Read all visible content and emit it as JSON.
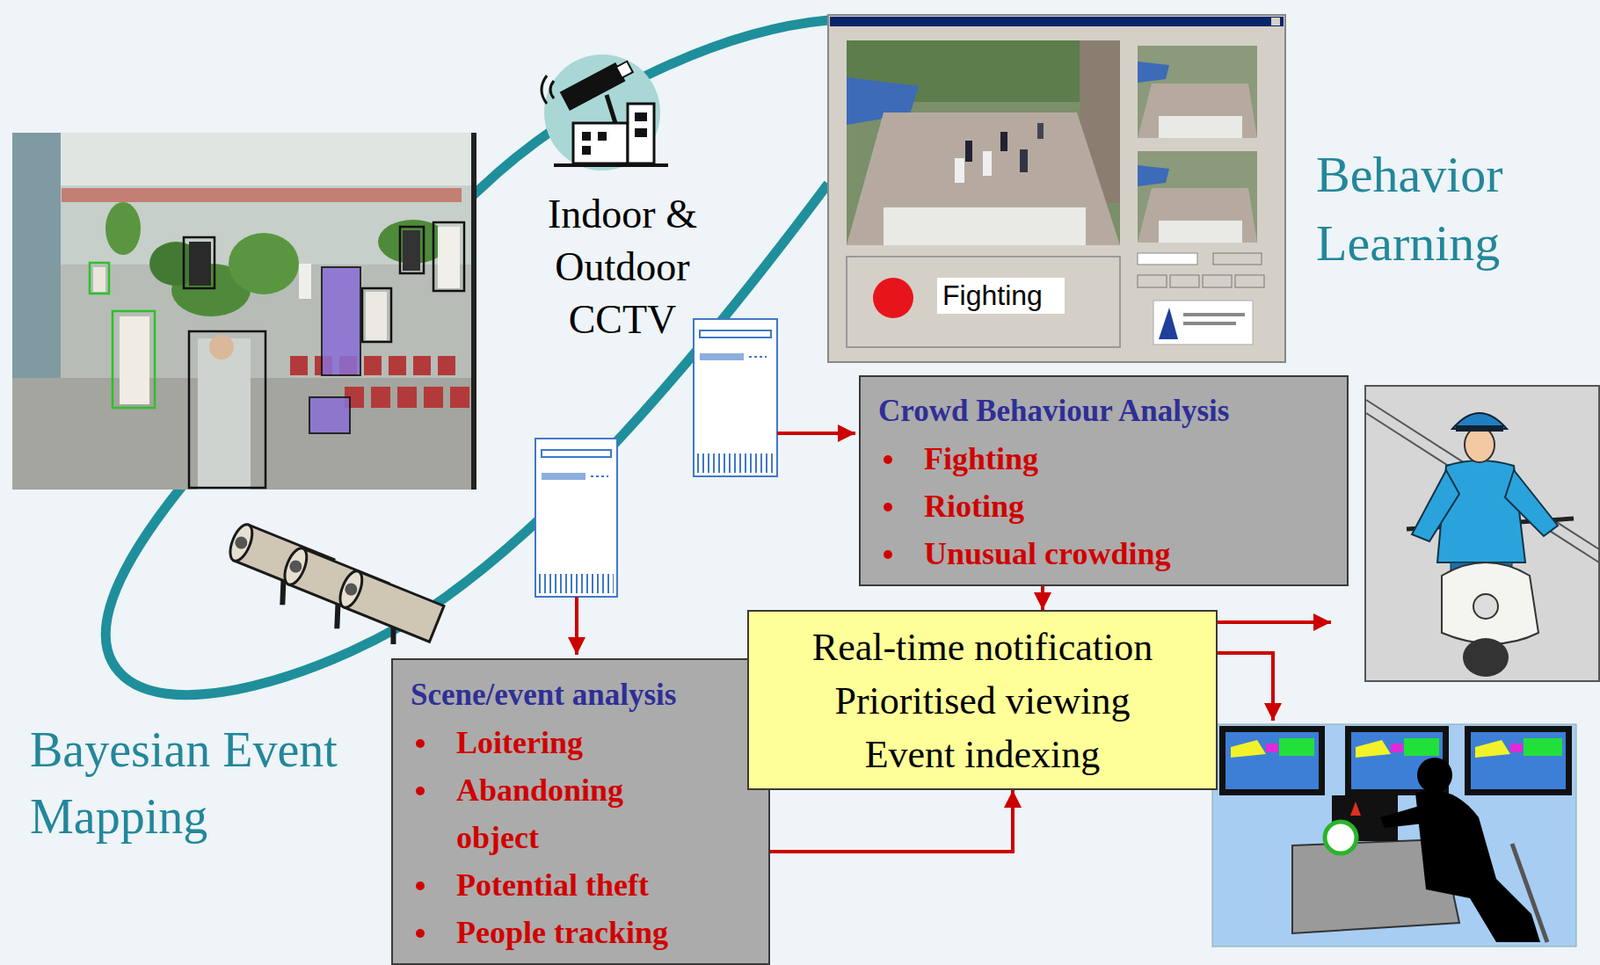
{
  "diagram": {
    "nodes": [
      {
        "text": [
          "Crowd Behaviour Analysis",
          "Fighting",
          "Rioting",
          "Unusual crowding"
        ]
      },
      {
        "text": [
          "Real-time notification",
          "Prioritised viewing",
          "Event indexing"
        ]
      },
      {
        "text": [
          "Scene/event analysis",
          "Loitering",
          "Abandoning object",
          "Potential theft",
          "People tracking"
        ]
      }
    ],
    "edges": [
      {
        "from": 0,
        "to": 1,
        "arrow": "to"
      },
      {
        "from": 2,
        "to": 1,
        "arrow": "to"
      }
    ],
    "labels": [
      "Indoor & Outdoor CCTV",
      "Fighting",
      "Behavior Learning",
      "Bayesian Event Mapping"
    ]
  }
}
